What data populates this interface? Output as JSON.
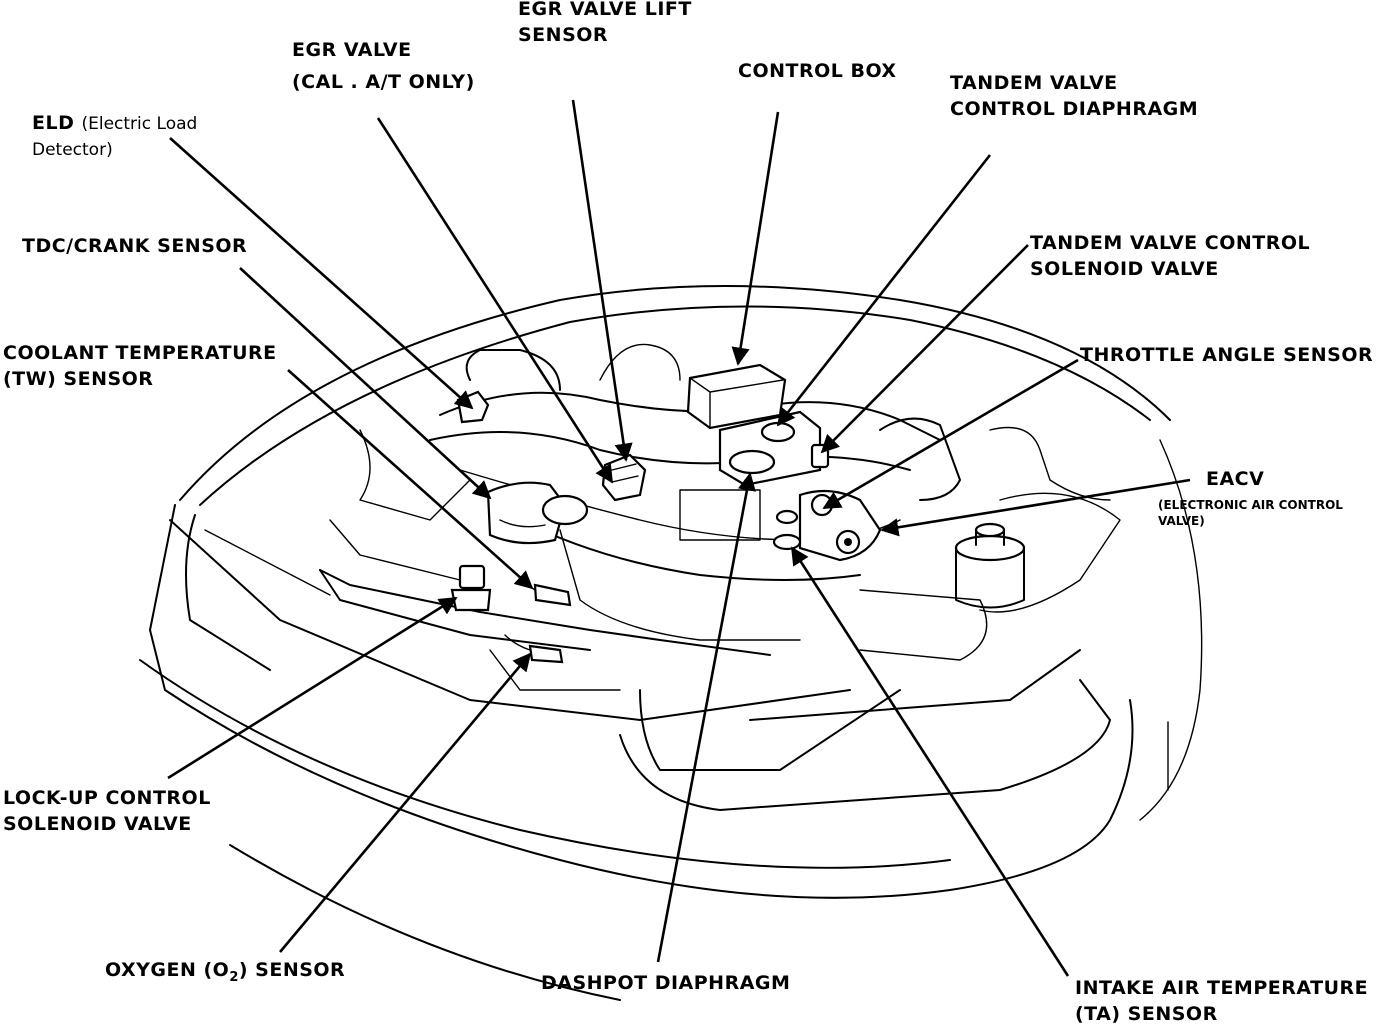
{
  "labels": {
    "egr_valve_lift_sensor": [
      "EGR VALVE LIFT",
      "SENSOR"
    ],
    "egr_valve": [
      "EGR VALVE",
      "(CAL . A/T ONLY)"
    ],
    "control_box": "CONTROL BOX",
    "tandem_valve_control_diaphragm": [
      "TANDEM VALVE",
      "CONTROL DIAPHRAGM"
    ],
    "eld_abbr": "ELD",
    "eld_desc_1": "(Electric Load",
    "eld_desc_2": "Detector)",
    "tdc_crank_sensor": "TDC/CRANK SENSOR",
    "tandem_valve_control_solenoid_valve": [
      "TANDEM VALVE CONTROL",
      "SOLENOID VALVE"
    ],
    "coolant_temperature_sensor": [
      "COOLANT TEMPERATURE",
      "(TW) SENSOR"
    ],
    "throttle_angle_sensor": "THROTTLE ANGLE SENSOR",
    "eacv": "EACV",
    "eacv_desc": [
      "(ELECTRONIC AIR CONTROL",
      "VALVE)"
    ],
    "lock_up_control_solenoid_valve": [
      "LOCK-UP CONTROL",
      "SOLENOID VALVE"
    ],
    "oxygen_sensor_pre": "OXYGEN (O",
    "oxygen_sensor_sub": "2",
    "oxygen_sensor_post": ") SENSOR",
    "dashpot_diaphragm": "DASHPOT DIAPHRAGM",
    "intake_air_temperature_sensor": [
      "INTAKE AIR TEMPERATURE",
      "(TA) SENSOR"
    ]
  },
  "colors": {
    "ink": "#000000",
    "paper": "#ffffff"
  }
}
